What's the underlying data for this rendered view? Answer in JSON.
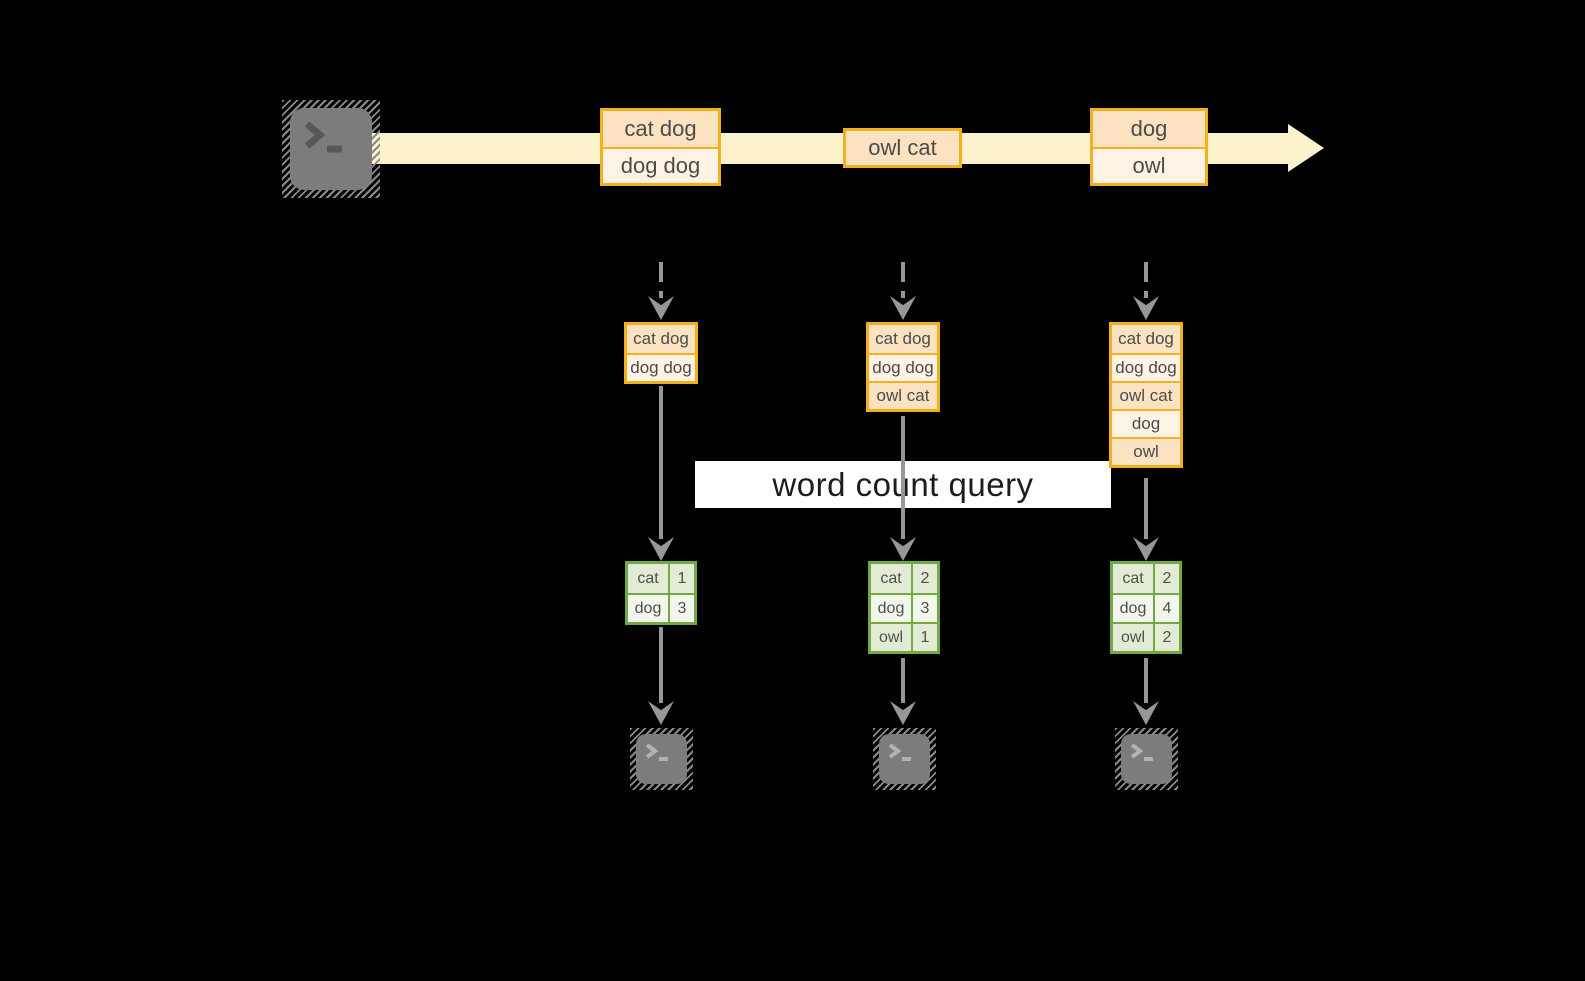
{
  "diagram": {
    "title_hidden": "",
    "banner_label": "word count query",
    "stream_events": [
      {
        "lines": [
          "cat dog",
          "dog dog"
        ]
      },
      {
        "lines": [
          "owl cat"
        ]
      },
      {
        "lines": [
          "dog",
          "owl"
        ]
      }
    ],
    "columns": [
      {
        "buffer": [
          "cat dog",
          "dog dog"
        ],
        "counts": [
          [
            "cat",
            "1"
          ],
          [
            "dog",
            "3"
          ]
        ]
      },
      {
        "buffer": [
          "cat dog",
          "dog dog",
          "owl cat"
        ],
        "counts": [
          [
            "cat",
            "2"
          ],
          [
            "dog",
            "3"
          ],
          [
            "owl",
            "1"
          ]
        ]
      },
      {
        "buffer": [
          "cat dog",
          "dog dog",
          "owl cat",
          "dog",
          "owl"
        ],
        "counts": [
          [
            "cat",
            "2"
          ],
          [
            "dog",
            "4"
          ],
          [
            "owl",
            "2"
          ]
        ]
      }
    ],
    "icons": {
      "source": "terminal-prompt-icon",
      "sinks": [
        "terminal-prompt-icon",
        "terminal-prompt-icon",
        "terminal-prompt-icon"
      ]
    },
    "colors": {
      "background": "#000000",
      "stream_band": "#fbf2cc",
      "orange_border": "#f2b01e",
      "peach_fill": "#fbe3c2",
      "cream_fill": "#fdf3e4",
      "green_border": "#71aa43",
      "green_fill_dark": "#e2ecd4",
      "green_fill_light": "#f2f6ed",
      "arrow_gray": "#979797",
      "terminal_gray": "#7c7c7c",
      "banner_bg": "#ffffff"
    }
  }
}
